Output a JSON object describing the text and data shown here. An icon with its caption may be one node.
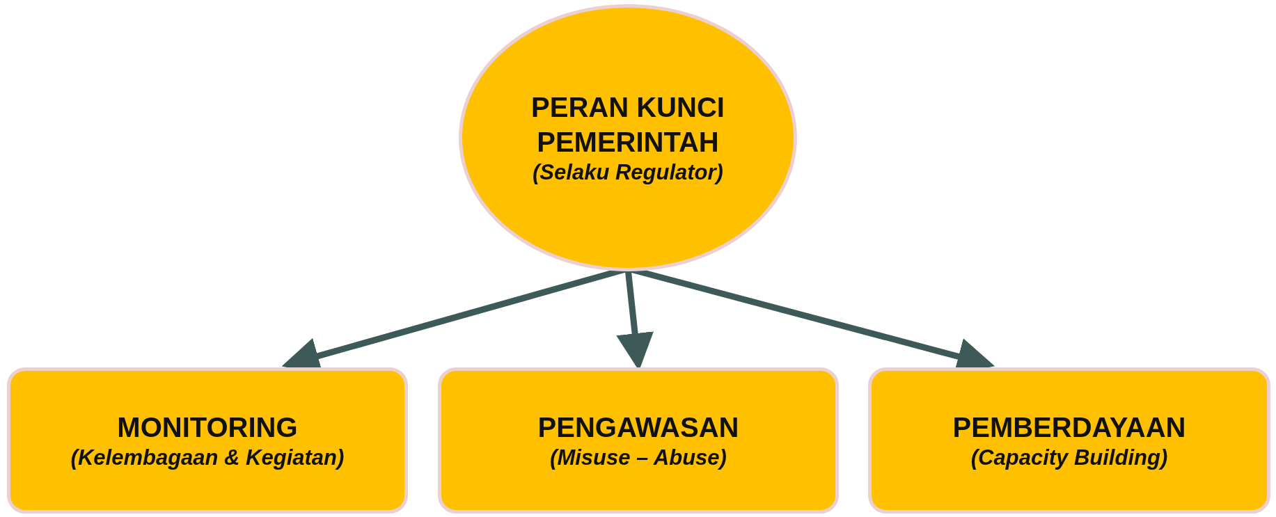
{
  "diagram": {
    "nodes": [
      {
        "text": [
          "PERAN KUNCI PEMERINTAH",
          "(Selaku Regulator)"
        ]
      },
      {
        "text": [
          "MONITORING",
          "(Kelembagaan & Kegiatan)"
        ]
      },
      {
        "text": [
          "PENGAWASAN",
          "(Misuse – Abuse)"
        ]
      },
      {
        "text": [
          "PEMBERDAYAAN",
          "(Capacity Building)"
        ]
      }
    ],
    "edges": [
      {
        "from": 0,
        "to": 1,
        "arrow": "to"
      },
      {
        "from": 0,
        "to": 2,
        "arrow": "to"
      },
      {
        "from": 0,
        "to": 3,
        "arrow": "to"
      }
    ]
  }
}
